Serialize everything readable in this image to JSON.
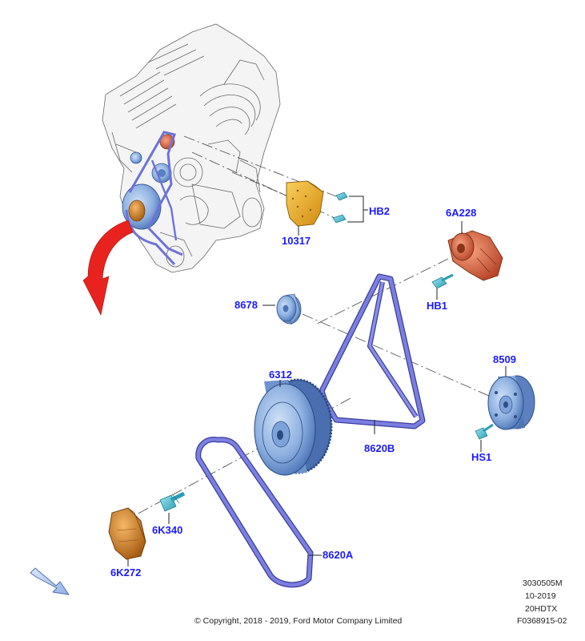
{
  "callouts": {
    "hb2": "HB2",
    "p10317": "10317",
    "p6a228": "6A228",
    "hb1": "HB1",
    "p8678": "8678",
    "p8509": "8509",
    "p6312": "6312",
    "p8620b": "8620B",
    "hs1": "HS1",
    "p6k340": "6K340",
    "p8620a": "8620A",
    "p6k272": "6K272"
  },
  "footer": {
    "ref1": "3030505M",
    "date": "10-2019",
    "code": "20HDTX",
    "figure": "F0368915-02",
    "copyright": "© Copyright, 2018 - 2019, Ford Motor Company Limited"
  },
  "colors": {
    "callout_text": "#1a1aff",
    "belt": "#7b7fe0",
    "pulley_blue": "#8db0e0",
    "tensioner_orange": "#e0704a",
    "bracket_yellow": "#f2b020",
    "damper_orange": "#e08a2a",
    "bolt_cyan": "#4fc3d8",
    "arrow_red": "#e8231f",
    "direction_arrow": "#a9c4ee"
  }
}
